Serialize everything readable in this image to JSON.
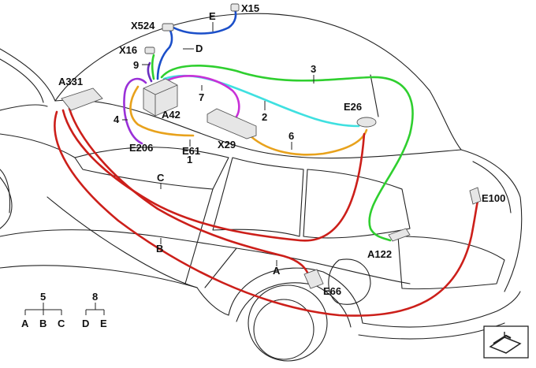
{
  "colors": {
    "red": "#cc1f1a",
    "green": "#2fcf2f",
    "cyan": "#3fe0e0",
    "blue": "#1b4fc9",
    "magenta": "#c830d8",
    "orange": "#e8a21c",
    "purple": "#6a2fc0",
    "outline": "#222222"
  },
  "components": {
    "x15": "X15",
    "x524": "X524",
    "x16": "X16",
    "a331": "A331",
    "a42": "A42",
    "e26": "E26",
    "x29": "X29",
    "e206": "E206",
    "e61": "E61",
    "e100": "E100",
    "a122": "A122",
    "e66": "E66"
  },
  "wires": {
    "w1": "1",
    "w2": "2",
    "w3": "3",
    "w4": "4",
    "w6": "6",
    "w7": "7",
    "w9": "9",
    "a": "A",
    "b": "B",
    "c": "C",
    "d": "D",
    "e": "E"
  },
  "legend": {
    "group1": {
      "root": "5",
      "children": [
        "A",
        "B",
        "C"
      ]
    },
    "group2": {
      "root": "8",
      "children": [
        "D",
        "E"
      ]
    }
  },
  "nav_icon": "view-orientation-icon"
}
